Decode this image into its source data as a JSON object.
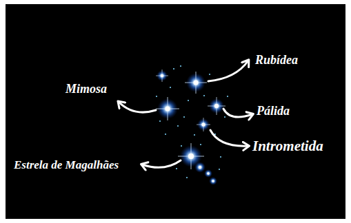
{
  "diagram": {
    "labels": [
      "Rubídea",
      "Mimosa",
      "Pálida",
      "Intrometida",
      "Estrela de Magalhães"
    ]
  }
}
